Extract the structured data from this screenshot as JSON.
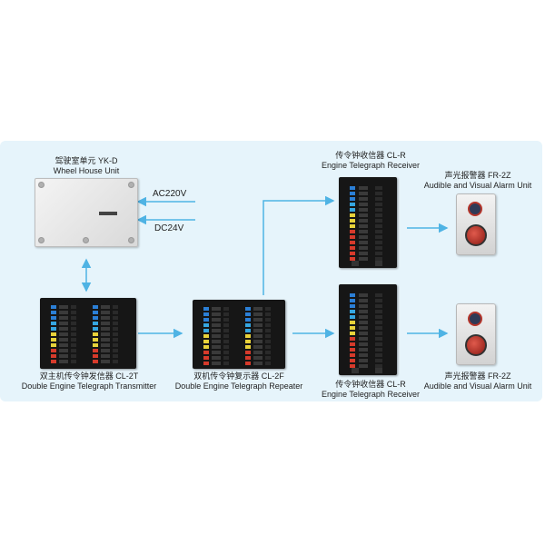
{
  "units": {
    "wheel_house": {
      "cn": "驾驶室单元 YK-D",
      "en": "Wheel House Unit"
    },
    "receiver_top": {
      "cn": "传令钟收信器 CL-R",
      "en": "Engine Telegraph Receiver"
    },
    "alarm_top": {
      "cn": "声光报警器 FR-2Z",
      "en": "Audible and Visual Alarm Unit"
    },
    "transmitter": {
      "cn": "双主机传令钟发信器 CL-2T",
      "en": "Double Engine Telegraph Transmitter"
    },
    "repeater": {
      "cn": "双机传令钟复示器 CL-2F",
      "en": "Double Engine Telegraph Repeater"
    },
    "receiver_bottom": {
      "cn": "传令钟收信器 CL-R",
      "en": "Engine Telegraph Receiver"
    },
    "alarm_bottom": {
      "cn": "声光报警器 FR-2Z",
      "en": "Audible and Visual Alarm Unit"
    }
  },
  "power": {
    "ac": "AC220V",
    "dc": "DC24V"
  },
  "colors": {
    "panel": "#e6f4fb",
    "arrow": "#4fb3e4",
    "device": "#161616"
  },
  "icons": [
    "arrow-icon",
    "double-arrow-icon"
  ]
}
